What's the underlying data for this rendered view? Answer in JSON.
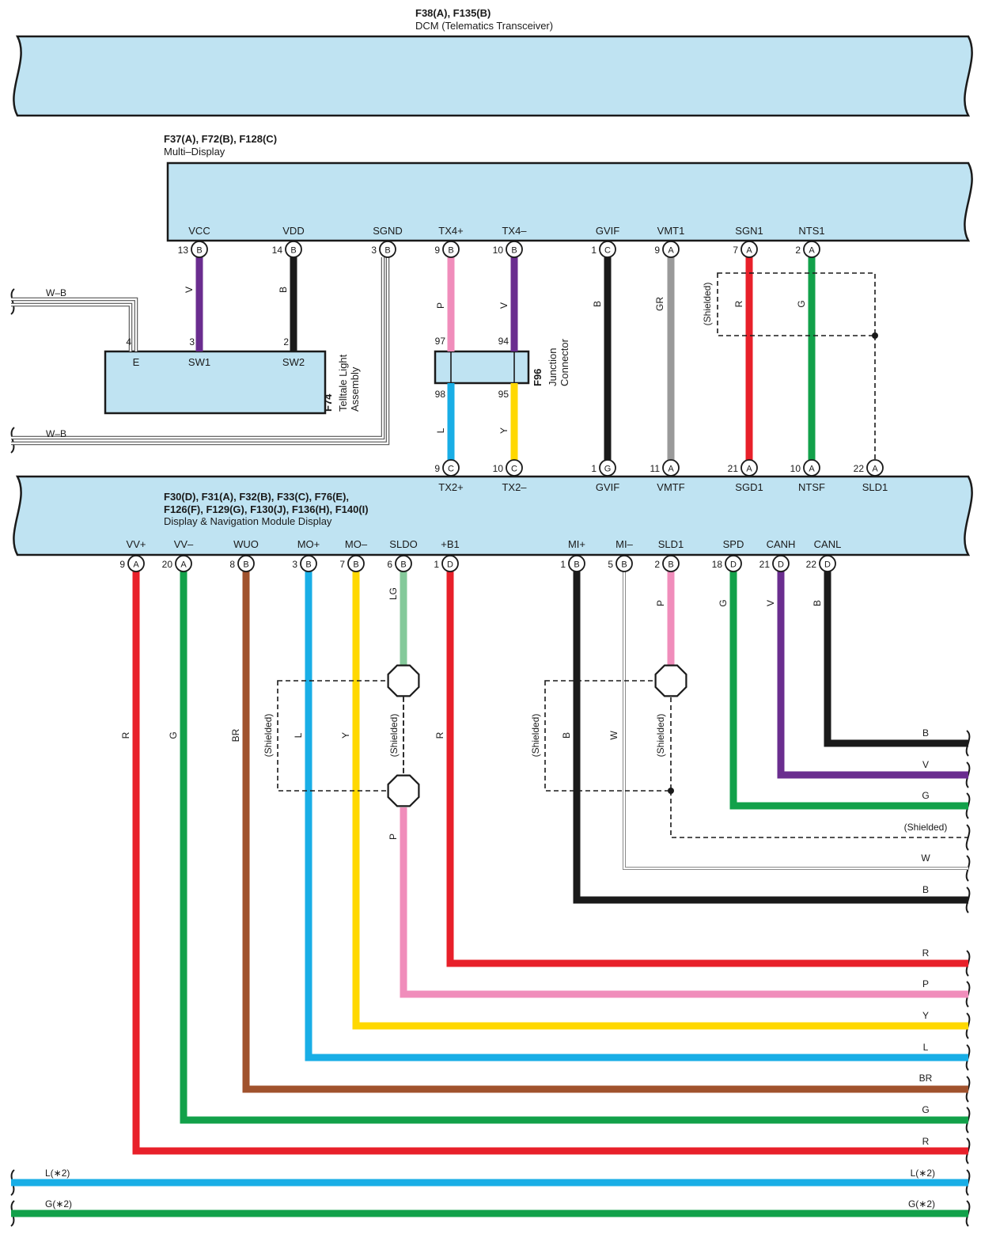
{
  "colors": {
    "box_fill": "#bfe3f2",
    "R": "#e8202a",
    "G": "#12a14a",
    "B": "#1a1a1a",
    "V": "#6a2d8f",
    "P": "#f08dbb",
    "L": "#19aee6",
    "Y": "#ffd800",
    "GR": "#9a9a9a",
    "LG": "#84c99a",
    "BR": "#a0522d",
    "W": "#ffffff"
  },
  "dcm": {
    "code": "F38(A), F135(B)",
    "name": "DCM (Telematics Transceiver)"
  },
  "multi_display": {
    "code": "F37(A), F72(B), F128(C)",
    "name": "Multi–Display",
    "pins": [
      {
        "label": "VCC",
        "num": "13",
        "conn": "B"
      },
      {
        "label": "VDD",
        "num": "14",
        "conn": "B"
      },
      {
        "label": "SGND",
        "num": "3",
        "conn": "B"
      },
      {
        "label": "TX4+",
        "num": "9",
        "conn": "B"
      },
      {
        "label": "TX4–",
        "num": "10",
        "conn": "B"
      },
      {
        "label": "GVIF",
        "num": "1",
        "conn": "C"
      },
      {
        "label": "VMT1",
        "num": "9",
        "conn": "A"
      },
      {
        "label": "SGN1",
        "num": "7",
        "conn": "A"
      },
      {
        "label": "NTS1",
        "num": "2",
        "conn": "A"
      }
    ]
  },
  "telltale": {
    "code": "F74",
    "name_line1": "Telltale Light",
    "name_line2": "Assembly",
    "pins": [
      {
        "label": "E",
        "num": "4"
      },
      {
        "label": "SW1",
        "num": "3"
      },
      {
        "label": "SW2",
        "num": "2"
      }
    ]
  },
  "junction": {
    "code": "F96",
    "name_line1": "Junction",
    "name_line2": "Connector",
    "pins": [
      "97",
      "94",
      "98",
      "95"
    ]
  },
  "upper_wire_colors": {
    "vcc": "V",
    "vdd": "B",
    "tx4p": "P",
    "tx4m": "V",
    "tx2p": "L",
    "tx2m": "Y",
    "gvif": "B",
    "vmt": "GR",
    "sgn": "R",
    "nts": "G"
  },
  "side_wires": [
    {
      "label": "W–B"
    },
    {
      "label": "W–B"
    }
  ],
  "shielded_label": "(Shielded)",
  "nav": {
    "code_line1": "F30(D), F31(A), F32(B), F33(C), F76(E),",
    "code_line2": "F126(F), F129(G), F130(J), F136(H), F140(I)",
    "name": "Display & Navigation Module Display",
    "top_pins": [
      {
        "label": "TX2+",
        "num": "9",
        "conn": "C"
      },
      {
        "label": "TX2–",
        "num": "10",
        "conn": "C"
      },
      {
        "label": "GVIF",
        "num": "1",
        "conn": "G"
      },
      {
        "label": "VMTF",
        "num": "11",
        "conn": "A"
      },
      {
        "label": "SGD1",
        "num": "21",
        "conn": "A"
      },
      {
        "label": "NTSF",
        "num": "10",
        "conn": "A"
      },
      {
        "label": "SLD1",
        "num": "22",
        "conn": "A"
      }
    ],
    "bottom_pins": [
      {
        "label": "VV+",
        "num": "9",
        "conn": "A"
      },
      {
        "label": "VV–",
        "num": "20",
        "conn": "A"
      },
      {
        "label": "WUO",
        "num": "8",
        "conn": "B"
      },
      {
        "label": "MO+",
        "num": "3",
        "conn": "B"
      },
      {
        "label": "MO–",
        "num": "7",
        "conn": "B"
      },
      {
        "label": "SLDO",
        "num": "6",
        "conn": "B"
      },
      {
        "label": "+B1",
        "num": "1",
        "conn": "D"
      },
      {
        "label": "MI+",
        "num": "1",
        "conn": "B"
      },
      {
        "label": "MI–",
        "num": "5",
        "conn": "B"
      },
      {
        "label": "SLD1",
        "num": "2",
        "conn": "B"
      },
      {
        "label": "SPD",
        "num": "18",
        "conn": "D"
      },
      {
        "label": "CANH",
        "num": "21",
        "conn": "D"
      },
      {
        "label": "CANL",
        "num": "22",
        "conn": "D"
      }
    ]
  },
  "lower_vertical_colors": [
    "R",
    "G",
    "BR",
    "L",
    "Y",
    "LG",
    "R",
    "B",
    "W",
    "P",
    "G",
    "V",
    "B"
  ],
  "below_splice_color": "P",
  "right_wire_labels": [
    "B",
    "V",
    "G",
    "(Shielded)",
    "W",
    "B",
    "R",
    "P",
    "Y",
    "L",
    "BR",
    "G",
    "R"
  ],
  "bus_wires": [
    {
      "left": "L(∗2)",
      "right": "L(∗2)",
      "color": "L"
    },
    {
      "left": "G(∗2)",
      "right": "G(∗2)",
      "color": "G"
    }
  ]
}
